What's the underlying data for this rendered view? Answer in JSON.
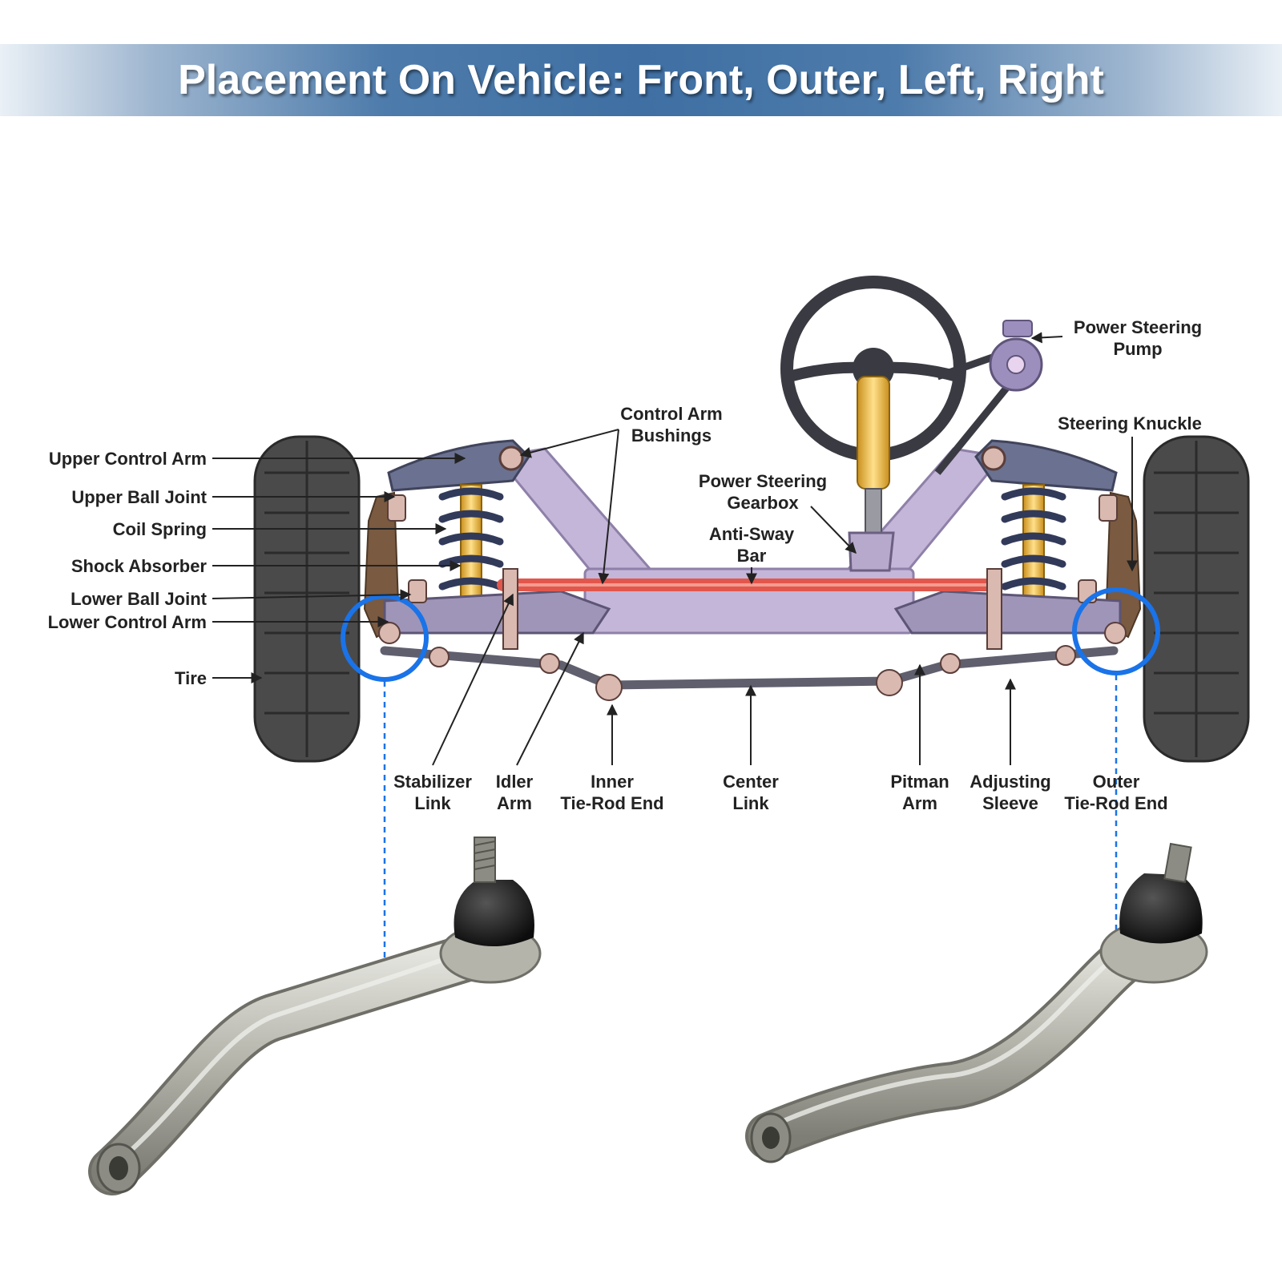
{
  "title": "Placement On Vehicle: Front, Outer, Left, Right",
  "labels": {
    "upper_control_arm": "Upper Control Arm",
    "upper_ball_joint": "Upper Ball Joint",
    "coil_spring": "Coil Spring",
    "shock_absorber": "Shock Absorber",
    "lower_ball_joint": "Lower Ball Joint",
    "lower_control_arm": "Lower Control Arm",
    "tire": "Tire",
    "control_arm_bushings_1": "Control Arm",
    "control_arm_bushings_2": "Bushings",
    "power_steering_pump_1": "Power Steering",
    "power_steering_pump_2": "Pump",
    "steering_knuckle": "Steering Knuckle",
    "power_steering_gearbox_1": "Power Steering",
    "power_steering_gearbox_2": "Gearbox",
    "anti_sway_bar_1": "Anti-Sway",
    "anti_sway_bar_2": "Bar",
    "stabilizer_link_1": "Stabilizer",
    "stabilizer_link_2": "Link",
    "idler_arm_1": "Idler",
    "idler_arm_2": "Arm",
    "inner_tie_rod_end_1": "Inner",
    "inner_tie_rod_end_2": "Tie-Rod End",
    "center_link_1": "Center",
    "center_link_2": "Link",
    "pitman_arm_1": "Pitman",
    "pitman_arm_2": "Arm",
    "adjusting_sleeve_1": "Adjusting",
    "adjusting_sleeve_2": "Sleeve",
    "outer_tie_rod_end_1": "Outer",
    "outer_tie_rod_end_2": "Tie-Rod End"
  },
  "colors": {
    "banner": "#3f6fa3",
    "highlight": "#1a73e8",
    "frame": "#c4b6d8",
    "arm": "#6b7190",
    "sway_bar": "#e2574c",
    "spring": "#323a5a",
    "shock": "#f2c04a",
    "tire": "#4a4a4a",
    "metal": "#b9b9b1"
  }
}
